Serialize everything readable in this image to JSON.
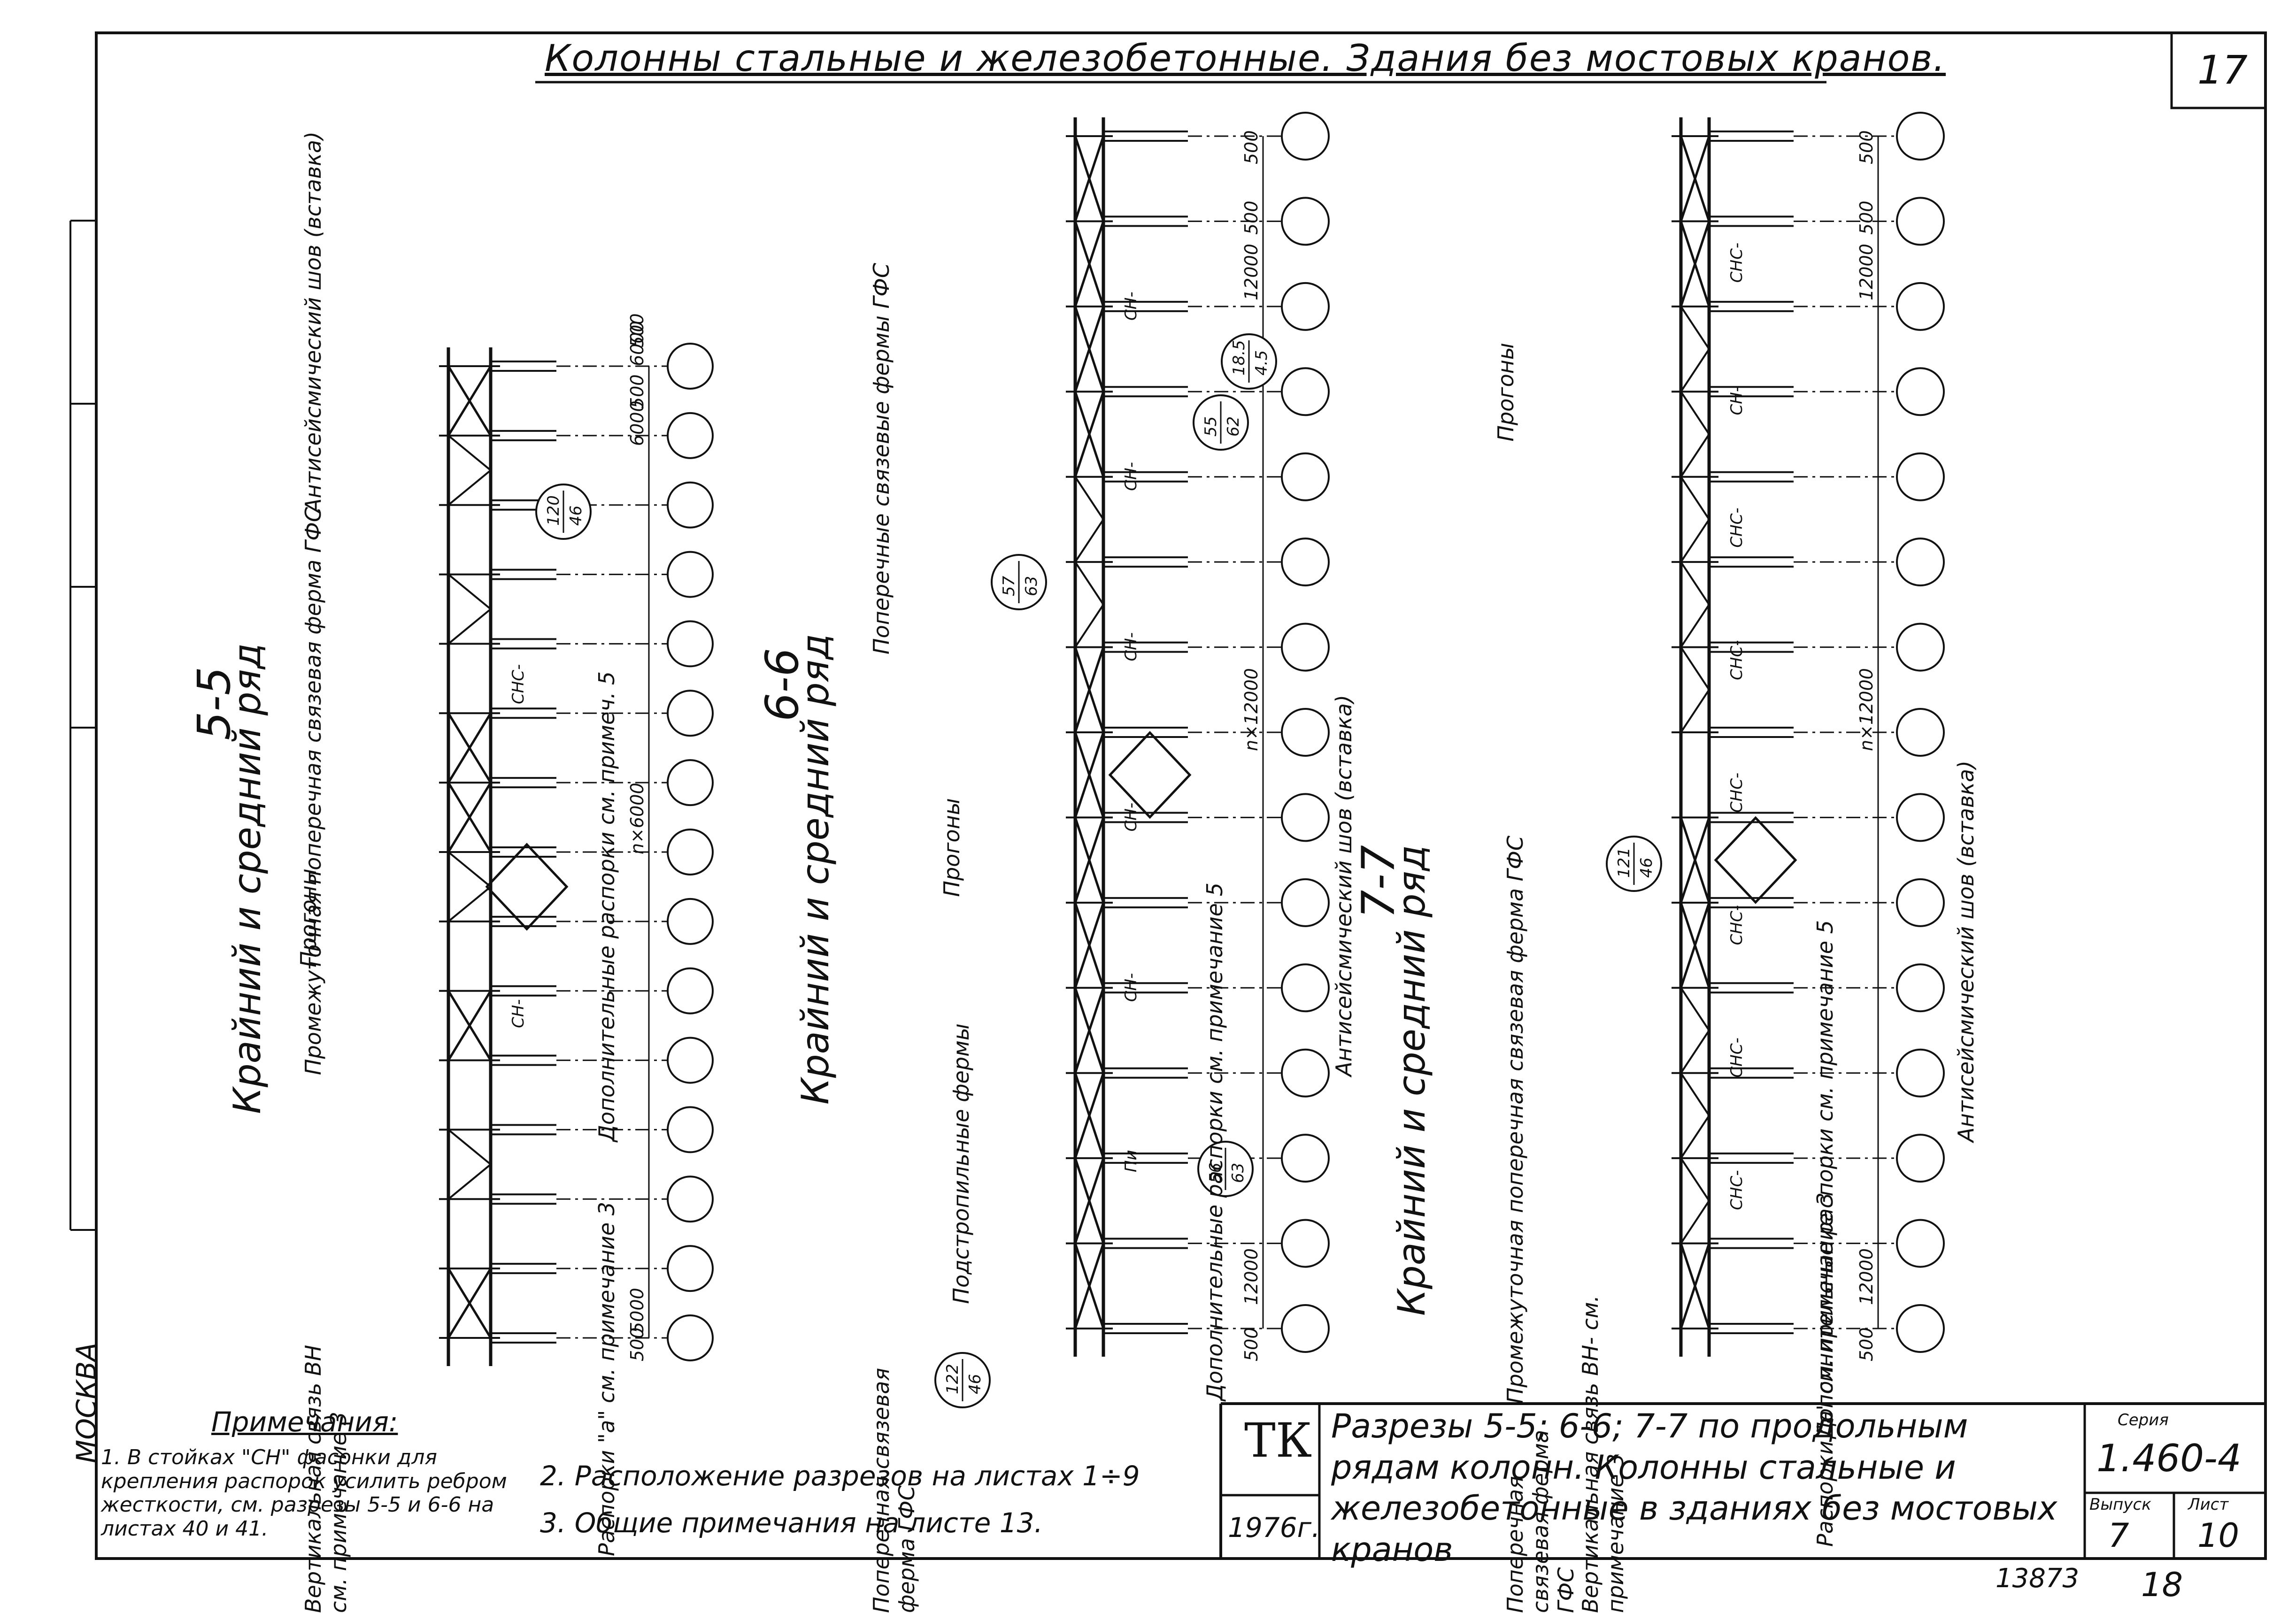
{
  "sheet_title": "Колонны стальные и железобетонные. Здания без мостовых кранов.",
  "sheet_number": "17",
  "stamp_left": {
    "city": "МОСКВА"
  },
  "sections": [
    {
      "id": "5-5",
      "label": "5-5",
      "subtitle": "Крайний и средний ряд",
      "callouts": [
        "Антисейсмический шов (вставка)",
        "Промежуточная поперечная связевая ферма ГФС",
        "Прогоны",
        "Вертикальная связь ВН см. примечание 3",
        "Распорки \"а\" см. примечание 3",
        "Дополнительные распорки см. примеч. 5"
      ],
      "dims": [
        "500",
        "5000",
        "500",
        "6000",
        "n×6000",
        "6000",
        "500"
      ],
      "bubble": {
        "top": "120",
        "bottom": "46"
      },
      "tags": [
        "СНС-",
        "СН-"
      ]
    },
    {
      "id": "6-6",
      "label": "6-6",
      "subtitle": "Крайний и средний ряд",
      "callouts": [
        "Поперечные связевые фермы ГФС",
        "Прогоны",
        "Подстропильные фермы",
        "Поперечная связевая ферма ГФС",
        "Дополнительные распорки см. примечание 5",
        "Антисейсмический шов (вставка)"
      ],
      "dims": [
        "500",
        "500",
        "12000",
        "n×12000",
        "12000",
        "500"
      ],
      "bubbles": [
        {
          "top": "18.5",
          "bottom": "4.5"
        },
        {
          "top": "55",
          "bottom": "62"
        },
        {
          "top": "57",
          "bottom": "63"
        },
        {
          "top": "56",
          "bottom": "63"
        },
        {
          "top": "122",
          "bottom": "46"
        }
      ],
      "tags": [
        "СН-",
        "СН-",
        "СН-",
        "СН-",
        "СН-",
        "Пи"
      ]
    },
    {
      "id": "7-7",
      "label": "7-7",
      "subtitle": "Крайний и средний ряд",
      "callouts": [
        "Прогоны",
        "Промежуточная поперечная связевая ферма ГФС",
        "Поперечная связевая ферма ГФС",
        "Вертикальная связь ВН- см. примечание 3",
        "Распорки \"а\" см. примечание 3",
        "Дополнительные распорки см. примечание 5",
        "Антисейсмический шов (вставка)"
      ],
      "dims": [
        "500",
        "500",
        "12000",
        "n×12000",
        "12000",
        "500"
      ],
      "bubble": {
        "top": "121",
        "bottom": "46"
      },
      "tags": [
        "СНС-",
        "СН-",
        "СНС-",
        "СНС-",
        "СНС-",
        "СНС-",
        "СНС-",
        "СНС-"
      ]
    }
  ],
  "notes": {
    "heading": "Примечания:",
    "items": [
      "1. В стойках \"СН\" фасонки для крепления распорок усилить ребром жесткости, см. разрезы 5-5 и 6-6 на листах 40 и 41.",
      "2. Расположение разрезов на листах 1÷9",
      "3. Общие примечания на листе 13."
    ]
  },
  "title_block": {
    "logo": "ТК",
    "year": "1976г.",
    "description": "Разрезы 5-5; 6-6; 7-7 по продольным рядам колонн. Колонны стальные и железобетонные в зданиях без мостовых кранов",
    "series_label": "Серия",
    "series_value": "1.460-4",
    "issue_label": "Выпуск",
    "issue_value": "7",
    "sheet_label": "Лист",
    "sheet_value": "10"
  },
  "footer": {
    "number": "13873",
    "page": "18"
  }
}
